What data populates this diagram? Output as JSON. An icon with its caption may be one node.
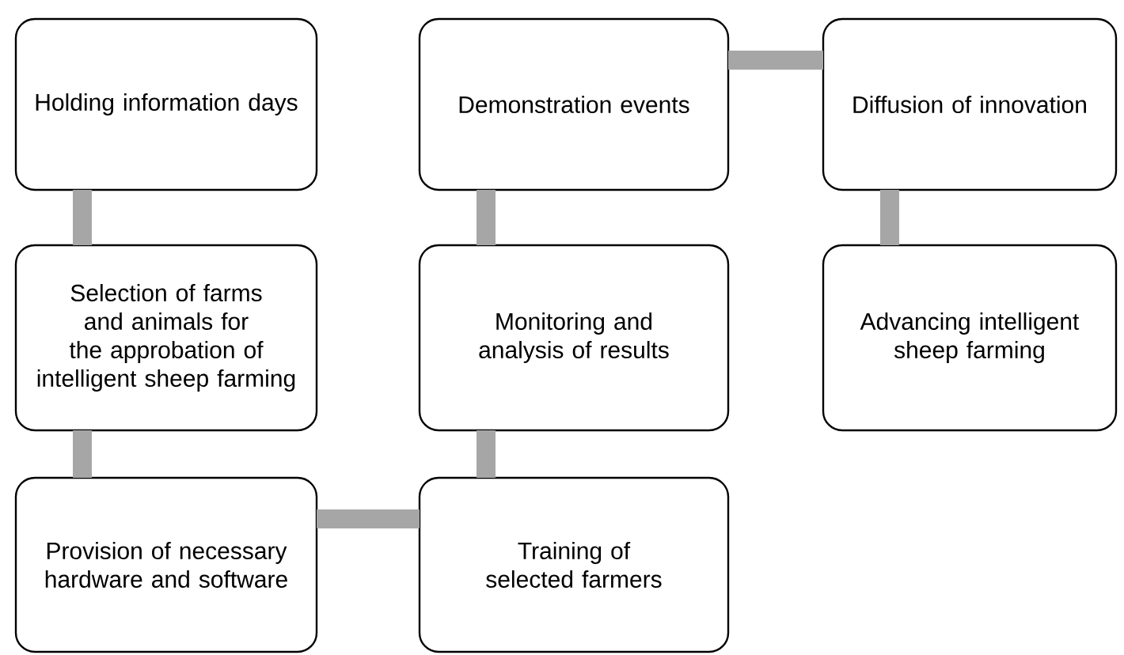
{
  "diagram": {
    "nodes": [
      {
        "text": [
          "Holding information days"
        ]
      },
      {
        "text": [
          "Selection of farms and animals for the approbation of intelligent sheep farming"
        ]
      },
      {
        "text": [
          "Provision of necessary hardware and software"
        ]
      },
      {
        "text": [
          "Training of selected farmers"
        ]
      },
      {
        "text": [
          "Monitoring and analysis of results"
        ]
      },
      {
        "text": [
          "Demonstration events"
        ]
      },
      {
        "text": [
          "Diffusion of innovation"
        ]
      },
      {
        "text": [
          "Advancing intelligent sheep farming"
        ]
      }
    ],
    "edges": [
      {
        "from": 0,
        "to": 1,
        "arrow": "none"
      },
      {
        "from": 1,
        "to": 2,
        "arrow": "none"
      },
      {
        "from": 2,
        "to": 3,
        "arrow": "none"
      },
      {
        "from": 3,
        "to": 4,
        "arrow": "none"
      },
      {
        "from": 4,
        "to": 5,
        "arrow": "none"
      },
      {
        "from": 5,
        "to": 6,
        "arrow": "none"
      },
      {
        "from": 6,
        "to": 7,
        "arrow": "none"
      }
    ]
  }
}
